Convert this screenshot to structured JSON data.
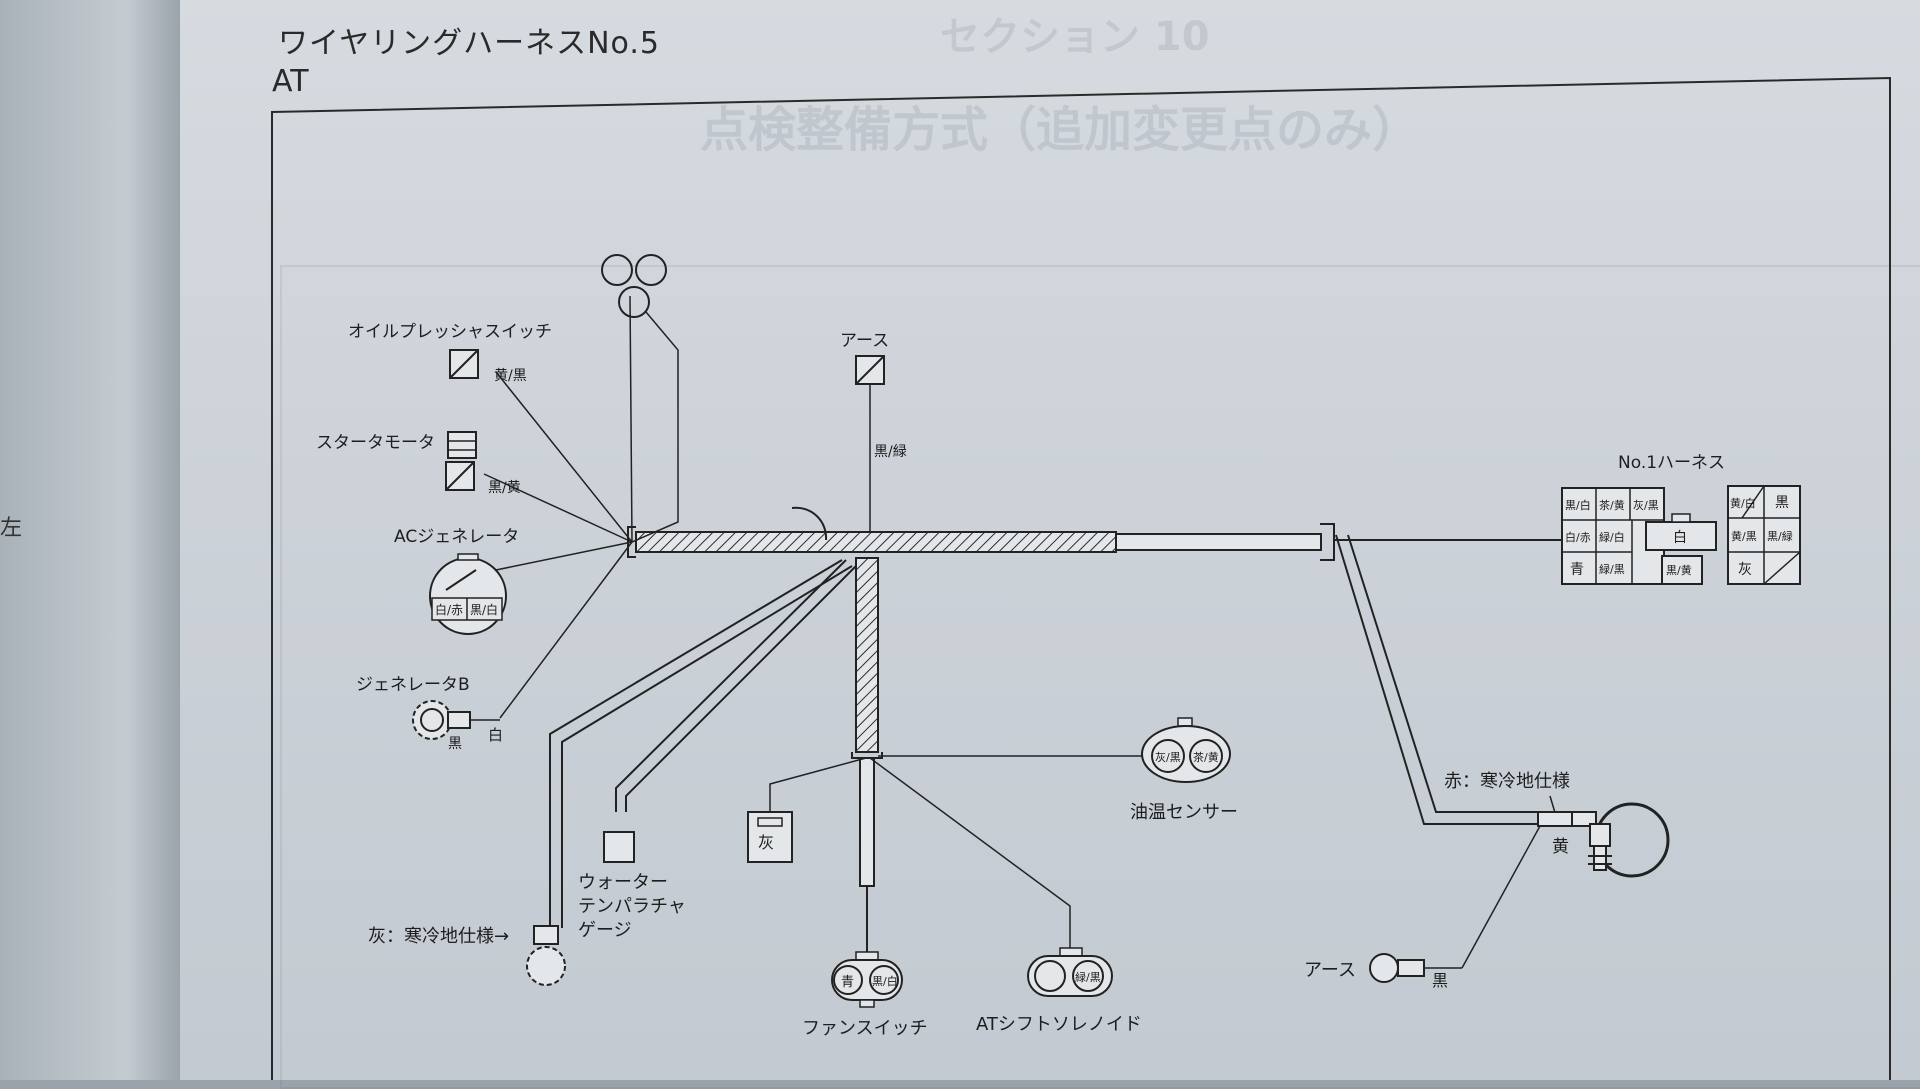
{
  "header": {
    "title": "ワイヤリングハーネスNo.5",
    "subtitle": "AT"
  },
  "page_edge": {
    "left_mark": "左"
  },
  "background_print": {
    "section": "セクション 10",
    "heading": "点検整備方式（追加変更点のみ）"
  },
  "labels": {
    "oil_pressure_switch": "オイルプレッシャスイッチ",
    "oil_pressure_wire": "黄/黒",
    "starter_motor": "スタータモータ",
    "starter_motor_wire": "黒/黄",
    "ac_generator": "ACジェネレータ",
    "ac_gen_pin1": "白/赤",
    "ac_gen_pin2": "黒/白",
    "generator_b": "ジェネレータB",
    "gen_b_wire1": "黒",
    "gen_b_wire2": "白",
    "ground_top": "アース",
    "ground_top_wire": "黒/緑",
    "no1_harness": "No.1ハーネス",
    "h_left_r1c1": "黒/白",
    "h_left_r1c2": "茶/黄",
    "h_left_r1c3": "灰/黒",
    "h_left_r2c1": "白/赤",
    "h_left_r2c2": "緑/白",
    "h_left_r3c1": "青",
    "h_left_r3c2": "緑/黒",
    "h_mid_top": "白",
    "h_mid_bottom": "黒/黄",
    "h_right_r1c1": "黄/白",
    "h_right_r1c3": "黒",
    "h_right_r2c1": "黄/黒",
    "h_right_r2c2": "黒/緑",
    "h_right_r3c1": "灰",
    "oil_temp_sensor": "油温センサー",
    "ots_pin1": "灰/黒",
    "ots_pin2": "茶/黄",
    "gray_block": "灰",
    "water_temp_gauge_1": "ウォーター",
    "water_temp_gauge_2": "テンパラチャ",
    "water_temp_gauge_3": "ゲージ",
    "cold_gray": "灰：寒冷地仕様→",
    "fan_switch": "ファンスイッチ",
    "fan_pin1": "青",
    "fan_pin2": "黒/白",
    "at_shift_solenoid": "ATシフトソレノイド",
    "at_pin": "緑/黒",
    "cold_red": "赤：寒冷地仕様",
    "yellow": "黄",
    "ground_bottom": "アース",
    "ground_bottom_wire": "黒"
  }
}
